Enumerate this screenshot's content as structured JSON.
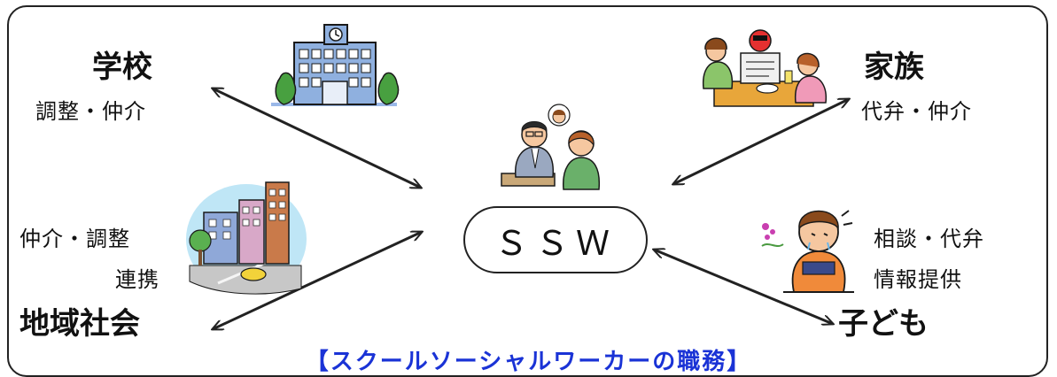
{
  "nodes": {
    "school": {
      "title": "学校",
      "role": "調整・仲介"
    },
    "family": {
      "title": "家族",
      "role": "代弁・仲介"
    },
    "community": {
      "title": "地域社会",
      "role_line1": "仲介・調整",
      "role_line2": "連携"
    },
    "child": {
      "title": "子ども",
      "role_line1": "相談・代弁",
      "role_line2": "情報提供"
    },
    "center": {
      "label": "ＳＳＷ"
    }
  },
  "caption": "【スクールソーシャルワーカーの職務】",
  "colors": {
    "line": "#222222",
    "caption": "#1a33d6"
  },
  "icons": [
    "school-building-icon",
    "family-breakfast-icon",
    "city-street-icon",
    "crying-child-icon",
    "counselor-meeting-icon"
  ]
}
